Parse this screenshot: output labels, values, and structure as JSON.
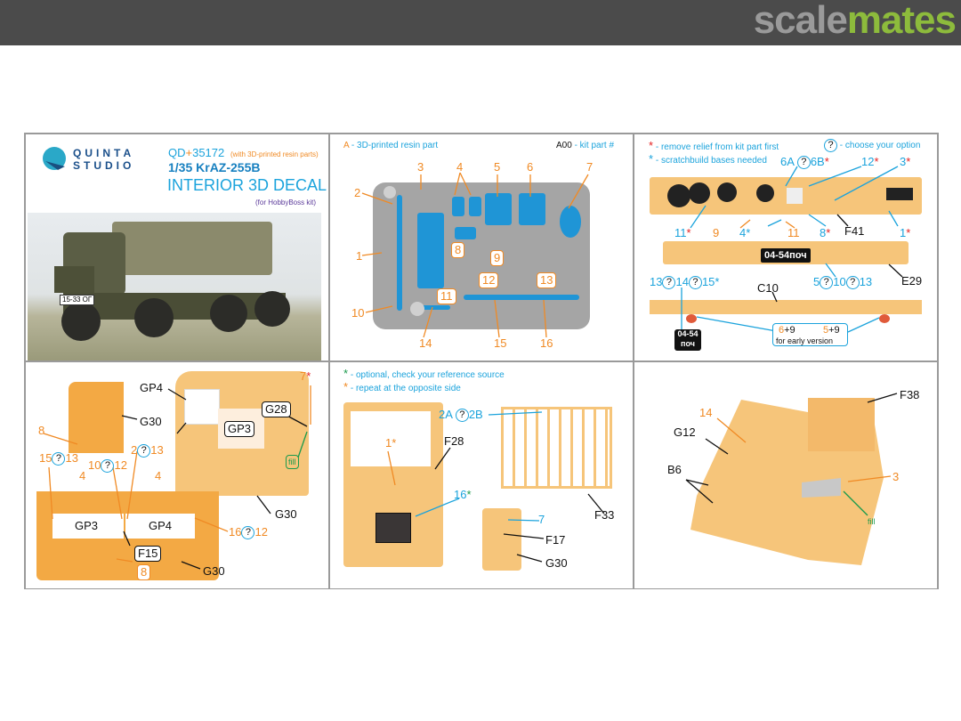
{
  "site": {
    "brand_part1": "scale",
    "brand_part2": "mates"
  },
  "panel1": {
    "logo_line1": "QUINTA",
    "logo_line2": "STUDIO",
    "code_prefix": "QD",
    "code_plus": "+",
    "code_number": "35172",
    "resin_note": "(with 3D-printed resin parts)",
    "scale_model": "1/35 KrAZ-255B",
    "product_title": "INTERIOR 3D DECAL",
    "kit_note": "(for HobbyBoss kit)",
    "truck_plate": "15-33 ОГ"
  },
  "panel2": {
    "legend_a_letter": "A",
    "legend_a_text": "- 3D-printed resin part",
    "legend_kit_code": "A00",
    "legend_kit_text": "- kit part #",
    "callouts": [
      "1",
      "2",
      "3",
      "4",
      "5",
      "6",
      "7",
      "10",
      "14",
      "15",
      "16"
    ],
    "boxed": [
      "8",
      "9",
      "11",
      "12",
      "13"
    ]
  },
  "panel3": {
    "legend_red_star": "*",
    "legend_red_text": "- remove relief from kit part first",
    "legend_cyan_star": "*",
    "legend_cyan_text": "- scratchbuild bases needed",
    "legend_q": "?",
    "legend_q_text": "- choose your option",
    "lbl_6a": "6A",
    "lbl_6b": "6B",
    "lbl_12": "12",
    "lbl_3": "3",
    "lbl_11a": "11",
    "lbl_9": "9",
    "lbl_4": "4",
    "lbl_11b": "11",
    "lbl_8": "8",
    "lbl_f41": "F41",
    "lbl_1": "1",
    "lbl_e29": "E29",
    "plate_text": "04-54поч",
    "opt_row1": [
      "5",
      "10",
      "13"
    ],
    "opt_row2": [
      "13",
      "14",
      "15"
    ],
    "lbl_c10": "C10",
    "small_plate_l1": "04-54",
    "small_plate_l2": "поч",
    "early_6": "6",
    "early_9a": "+9",
    "early_5": "5",
    "early_9b": "+9",
    "early_note": "for early version",
    "star": "*"
  },
  "panel4": {
    "gp4_top": "GP4",
    "g30_top": "G30",
    "gp3_top": "GP3",
    "g28": "G28",
    "lbl_7": "7",
    "fill": "fill",
    "lbl_8": "8",
    "lbl_15": "15",
    "lbl_13a": "13",
    "lbl_10": "10",
    "lbl_12a": "12",
    "lbl_2": "2",
    "lbl_13b": "13",
    "lbl_4a": "4",
    "lbl_4b": "4",
    "g30_mid": "G30",
    "gp3": "GP3",
    "gp4": "GP4",
    "lbl_16": "16",
    "lbl_12b": "12",
    "f15": "F15",
    "lbl_8b": "8",
    "g30_bot": "G30"
  },
  "panel5": {
    "legend_green_text": "- optional, check your reference source",
    "legend_orange_text": "- repeat at the opposite side",
    "lbl_2a": "2A",
    "lbl_2b": "2B",
    "lbl_1": "1",
    "f28": "F28",
    "lbl_16": "16",
    "f33": "F33",
    "lbl_7": "7",
    "f17": "F17",
    "g30": "G30"
  },
  "panel6": {
    "f38": "F38",
    "lbl_14": "14",
    "g12": "G12",
    "b6": "B6",
    "lbl_3": "3",
    "fill": "fill"
  }
}
